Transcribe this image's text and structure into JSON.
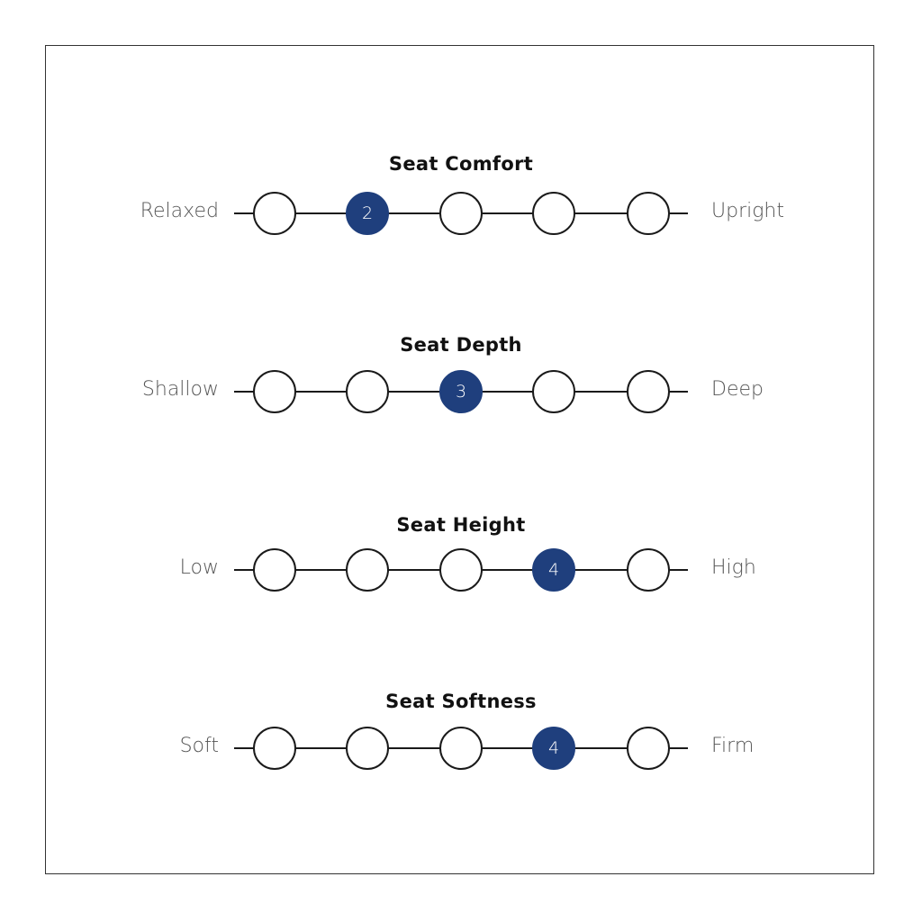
{
  "colors": {
    "selected": "#1f3f7d",
    "stroke": "#1a1a1a",
    "label": "#555555",
    "border": "#333333"
  },
  "scales": [
    {
      "title": "Seat Comfort",
      "left": "Relaxed",
      "right": "Upright",
      "selected": 2,
      "selected_label": "2"
    },
    {
      "title": "Seat Depth",
      "left": "Shallow",
      "right": "Deep",
      "selected": 3,
      "selected_label": "3"
    },
    {
      "title": "Seat Height",
      "left": "Low",
      "right": "High",
      "selected": 4,
      "selected_label": "4"
    },
    {
      "title": "Seat Softness",
      "left": "Soft",
      "right": "Firm",
      "selected": 4,
      "selected_label": "4"
    }
  ]
}
